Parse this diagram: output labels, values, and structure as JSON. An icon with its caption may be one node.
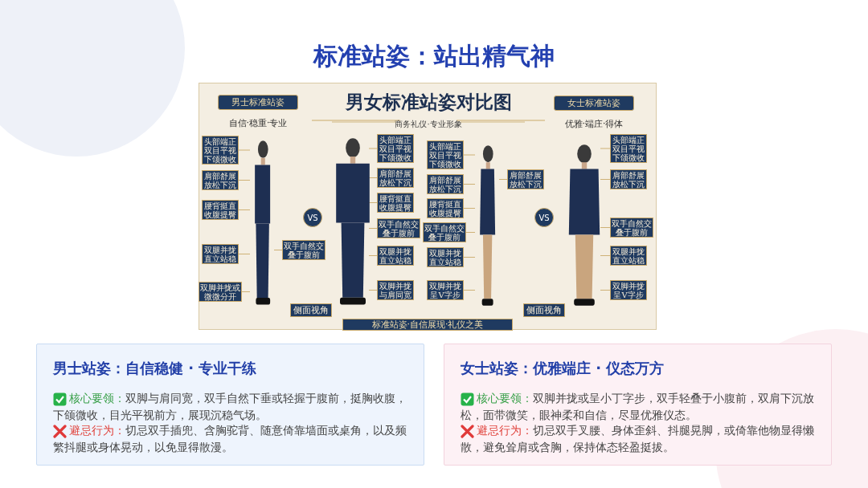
{
  "diagram": {
    "title": "标准站姿：站出精气神",
    "nodes": [
      {
        "text": [
          "男女标准站姿对比图",
          "商务礼仪·专业形象"
        ]
      },
      {
        "text": [
          "男士标准站姿"
        ],
        "beside": [
          "自信·稳重·专业"
        ],
        "in": 0
      },
      {
        "text": [
          "女士标准站姿"
        ],
        "beside": [
          "优雅·端庄·得体"
        ],
        "in": 0
      },
      {
        "text": [],
        "shape": "person",
        "in": 0
      },
      {
        "text": [],
        "shape": "person",
        "in": 0
      },
      {
        "text": [],
        "shape": "person",
        "in": 0
      },
      {
        "text": [],
        "shape": "person",
        "in": 0
      },
      {
        "text": [
          "头部端正双目平视下颌微收"
        ],
        "in": 0
      },
      {
        "text": [
          "肩部舒展放松下沉"
        ],
        "in": 0
      },
      {
        "text": [
          "腰背挺直收腹提臀"
        ],
        "in": 0
      },
      {
        "text": [
          "双腿并拢直立站稳"
        ],
        "in": 0
      },
      {
        "text": [
          "双脚并拢或微微分开"
        ],
        "in": 0
      },
      {
        "text": [
          "双手自然交叠于腹前"
        ],
        "in": 0
      },
      {
        "text": [
          "侧面视角"
        ],
        "in": 0
      },
      {
        "text": [
          "VS"
        ],
        "in": 0
      },
      {
        "text": [
          "头部端正双目平视下颌微收"
        ],
        "in": 0
      },
      {
        "text": [
          "肩部舒展放松下沉"
        ],
        "in": 0
      },
      {
        "text": [
          "腰背挺直收腹提臀"
        ],
        "in": 0
      },
      {
        "text": [
          "双手自然交叠于腹前"
        ],
        "in": 0
      },
      {
        "text": [
          "双腿并拢直立站稳"
        ],
        "in": 0
      },
      {
        "text": [
          "双脚并拢与肩同宽"
        ],
        "in": 0
      },
      {
        "text": [
          "头部端正双目平视下颌微收"
        ],
        "in": 0
      },
      {
        "text": [
          "肩部舒展放松下沉"
        ],
        "in": 0
      },
      {
        "text": [
          "腰背挺直收腹提臀"
        ],
        "in": 0
      },
      {
        "text": [
          "双手自然交叠于腹前"
        ],
        "in": 0
      },
      {
        "text": [
          "双腿并拢直立站稳"
        ],
        "in": 0
      },
      {
        "text": [
          "双脚并拢呈V字步"
        ],
        "in": 0
      },
      {
        "text": [
          "肩部舒展放松下沉"
        ],
        "in": 0
      },
      {
        "text": [
          "侧面视角"
        ],
        "in": 0
      },
      {
        "text": [
          "VS"
        ],
        "in": 0
      },
      {
        "text": [
          "头部端正双目平视下颌微收"
        ],
        "in": 0
      },
      {
        "text": [
          "肩部舒展放松下沉"
        ],
        "in": 0
      },
      {
        "text": [
          "双手自然交叠于腹前"
        ],
        "in": 0
      },
      {
        "text": [
          "双腿并拢直立站稳"
        ],
        "in": 0
      },
      {
        "text": [
          "双脚并拢呈V字步"
        ],
        "in": 0
      },
      {
        "text": [
          "标准站姿·自信展现·礼仪之美"
        ],
        "in": 0
      },
      {
        "text": [
          "男士站姿：自信稳健 · 专业干练",
          "核心要领：",
          "双脚与肩同宽，双手自然下垂或轻握于腹前，挺胸收腹，下颌微收，目光平视前方，展现沉稳气场。",
          "避忌行为：",
          "切忌双手插兜、含胸驼背、随意倚靠墙面或桌角，以及频繁抖腿或身体晃动，以免显得散漫。"
        ]
      },
      {
        "text": [
          "女士站姿：优雅端庄 · 仪态万方",
          "核心要领：",
          "双脚并拢或呈小丁字步，双手轻叠于小腹前，双肩下沉放松，面带微笑，眼神柔和自信，尽显优雅仪态。",
          "避忌行为：",
          "切忌双手叉腰、身体歪斜、抖腿晃脚，或倚靠他物显得懒散，避免耸肩或含胸，保持体态轻盈挺拔。"
        ]
      }
    ],
    "edges": [
      {
        "from": 7,
        "to": 3,
        "arrow": "none"
      },
      {
        "from": 8,
        "to": 3,
        "arrow": "none"
      },
      {
        "from": 9,
        "to": 3,
        "arrow": "none"
      },
      {
        "from": 10,
        "to": 3,
        "arrow": "none"
      },
      {
        "from": 11,
        "to": 3,
        "arrow": "none"
      },
      {
        "from": 12,
        "to": 3,
        "arrow": "none"
      },
      {
        "from": 15,
        "to": 4,
        "arrow": "none"
      },
      {
        "from": 16,
        "to": 4,
        "arrow": "none"
      },
      {
        "from": 17,
        "to": 4,
        "arrow": "none"
      },
      {
        "from": 18,
        "to": 4,
        "arrow": "none"
      },
      {
        "from": 19,
        "to": 4,
        "arrow": "none"
      },
      {
        "from": 20,
        "to": 4,
        "arrow": "none"
      },
      {
        "from": 21,
        "to": 5,
        "arrow": "none"
      },
      {
        "from": 22,
        "to": 5,
        "arrow": "none"
      },
      {
        "from": 23,
        "to": 5,
        "arrow": "none"
      },
      {
        "from": 24,
        "to": 5,
        "arrow": "none"
      },
      {
        "from": 25,
        "to": 5,
        "arrow": "none"
      },
      {
        "from": 26,
        "to": 5,
        "arrow": "none"
      },
      {
        "from": 27,
        "to": 5,
        "arrow": "none"
      },
      {
        "from": 30,
        "to": 6,
        "arrow": "none"
      },
      {
        "from": 31,
        "to": 6,
        "arrow": "none"
      },
      {
        "from": 32,
        "to": 6,
        "arrow": "none"
      },
      {
        "from": 33,
        "to": 6,
        "arrow": "none"
      },
      {
        "from": 34,
        "to": 6,
        "arrow": "none"
      }
    ]
  }
}
